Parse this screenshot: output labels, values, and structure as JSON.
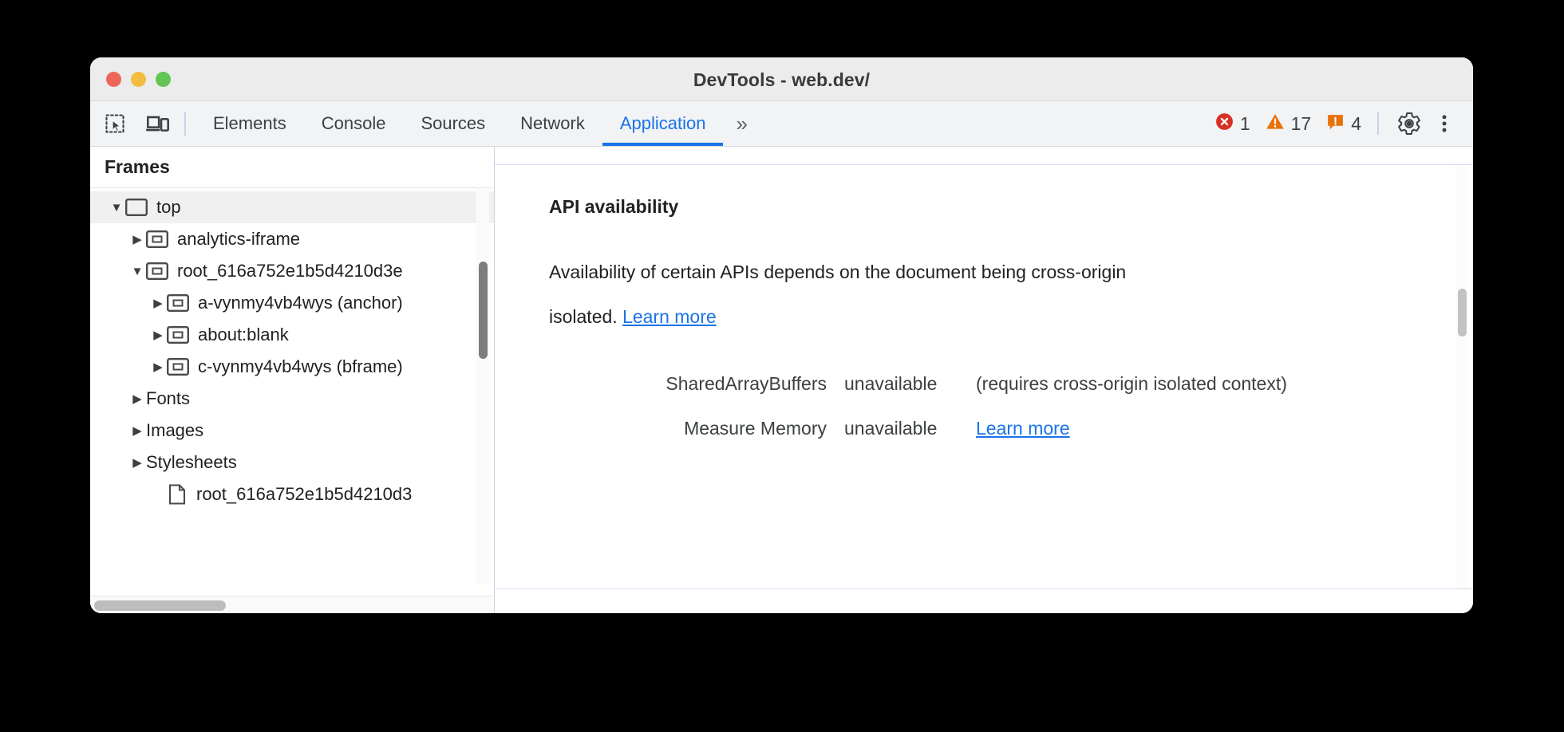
{
  "window": {
    "title": "DevTools - web.dev/",
    "traffic_lights": [
      "close-red",
      "minimize-yellow",
      "zoom-green"
    ]
  },
  "toolbar": {
    "inspect_icon": "inspect-element-icon",
    "device_icon": "device-toolbar-icon",
    "tabs": [
      {
        "label": "Elements",
        "active": false
      },
      {
        "label": "Console",
        "active": false
      },
      {
        "label": "Sources",
        "active": false
      },
      {
        "label": "Network",
        "active": false
      },
      {
        "label": "Application",
        "active": true
      }
    ],
    "more_tabs_label": "»",
    "badges": {
      "errors": {
        "icon": "error-circle-icon",
        "count": "1",
        "color": "#d93025"
      },
      "warnings": {
        "icon": "warning-triangle-icon",
        "count": "17",
        "color": "#e8710a"
      },
      "issues": {
        "icon": "issue-bubble-icon",
        "count": "4",
        "color": "#e8710a"
      }
    },
    "settings_icon": "gear-icon",
    "menu_icon": "kebab-menu-icon",
    "accent_color": "#1a73e8"
  },
  "sidebar": {
    "header": "Frames",
    "tree": [
      {
        "label": "top",
        "indent": 0,
        "twisty": "down",
        "icon": "frame-icon",
        "selected": true
      },
      {
        "label": "analytics-iframe",
        "indent": 1,
        "twisty": "right",
        "icon": "iframe-icon",
        "selected": false
      },
      {
        "label": "root_616a752e1b5d4210d3e",
        "indent": 1,
        "twisty": "down",
        "icon": "iframe-icon",
        "selected": false
      },
      {
        "label": "a-vynmy4vb4wys (anchor)",
        "indent": 2,
        "twisty": "right",
        "icon": "iframe-icon",
        "selected": false
      },
      {
        "label": "about:blank",
        "indent": 2,
        "twisty": "right",
        "icon": "iframe-icon",
        "selected": false
      },
      {
        "label": "c-vynmy4vb4wys (bframe)",
        "indent": 2,
        "twisty": "right",
        "icon": "iframe-icon",
        "selected": false
      },
      {
        "label": "Fonts",
        "indent": 1,
        "twisty": "right",
        "icon": "none",
        "selected": false
      },
      {
        "label": "Images",
        "indent": 1,
        "twisty": "right",
        "icon": "none",
        "selected": false
      },
      {
        "label": "Stylesheets",
        "indent": 1,
        "twisty": "right",
        "icon": "none",
        "selected": false
      },
      {
        "label": "root_616a752e1b5d4210d3",
        "indent": 2,
        "twisty": "none",
        "icon": "document-icon",
        "selected": false
      }
    ]
  },
  "main": {
    "section_title": "API availability",
    "paragraph_text": "Availability of certain APIs depends on the document being cross-origin isolated. ",
    "paragraph_link": "Learn more",
    "rows": [
      {
        "label": "SharedArrayBuffers",
        "value": "unavailable",
        "note": "(requires cross-origin isolated context)",
        "link": ""
      },
      {
        "label": "Measure Memory",
        "value": "unavailable",
        "note": "",
        "link": "Learn more"
      }
    ]
  }
}
